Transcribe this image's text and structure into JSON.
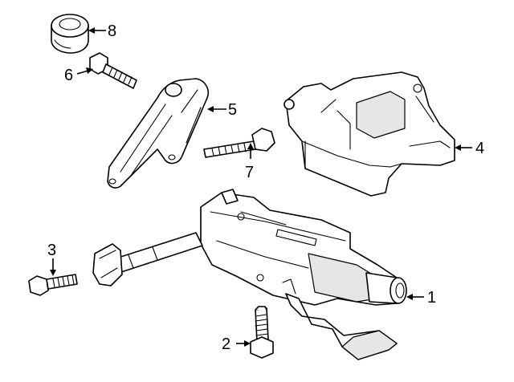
{
  "callouts": [
    {
      "id": 1,
      "label": "1"
    },
    {
      "id": 2,
      "label": "2"
    },
    {
      "id": 3,
      "label": "3"
    },
    {
      "id": 4,
      "label": "4"
    },
    {
      "id": 5,
      "label": "5"
    },
    {
      "id": 6,
      "label": "6"
    },
    {
      "id": 7,
      "label": "7"
    },
    {
      "id": 8,
      "label": "8"
    }
  ],
  "colors": {
    "line": "#000000",
    "background": "#ffffff"
  }
}
